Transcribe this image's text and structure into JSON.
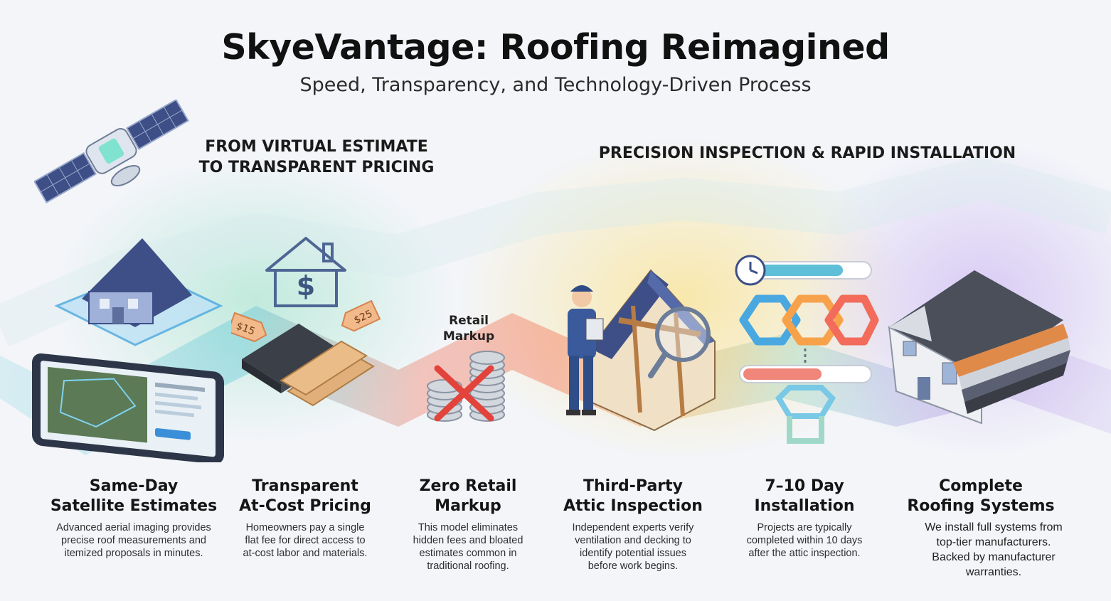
{
  "title": "SkyeVantage: Roofing Reimagined",
  "subtitle": "Speed, Transparency, and Technology-Driven Process",
  "sections": [
    {
      "lines": [
        "FROM VIRTUAL ESTIMATE",
        "TO TRANSPARENT PRICING"
      ]
    },
    {
      "lines": [
        "PRECISION INSPECTION & RAPID INSTALLATION"
      ]
    }
  ],
  "price_tags": [
    "$15",
    "$25"
  ],
  "house_symbol": "$",
  "retail_label": [
    "Retail",
    "Markup"
  ],
  "steps": [
    {
      "title": [
        "Same-Day",
        "Satellite Estimates"
      ],
      "desc": [
        "Advanced aerial imaging provides",
        "precise roof measurements and",
        "itemized proposals in minutes."
      ],
      "icon": "tablet-house-icon"
    },
    {
      "title": [
        "Transparent",
        "At-Cost Pricing"
      ],
      "desc": [
        "Homeowners pay a single",
        "flat fee for direct access to",
        "at-cost labor and materials."
      ],
      "icon": "materials-price-tag-icon"
    },
    {
      "title": [
        "Zero Retail",
        "Markup"
      ],
      "desc": [
        "This model eliminates",
        "hidden fees and bloated",
        "estimates common in",
        "traditional roofing."
      ],
      "icon": "no-markup-coins-icon"
    },
    {
      "title": [
        "Third-Party",
        "Attic Inspection"
      ],
      "desc": [
        "Independent experts verify",
        "ventilation and decking to",
        "identify potential issues",
        "before work begins."
      ],
      "icon": "inspector-attic-icon"
    },
    {
      "title": [
        "7–10 Day",
        "Installation"
      ],
      "desc": [
        "Projects are typically",
        "completed within 10 days",
        "after the attic inspection."
      ],
      "icon": "timeline-progress-icon"
    },
    {
      "title": [
        "Complete",
        "Roofing Systems"
      ],
      "desc": [
        "We install full systems from",
        "top-tier manufacturers.",
        "Backed by manufacturer",
        "warranties."
      ],
      "icon": "roof-layers-icon"
    }
  ],
  "colors": {
    "teal": "#5fd0c4",
    "blue": "#4aa8e0",
    "coral": "#f26b5b",
    "orange": "#f7a24a",
    "yellow": "#f7d36a",
    "purple": "#a98ae0",
    "navy": "#3d4f86"
  }
}
